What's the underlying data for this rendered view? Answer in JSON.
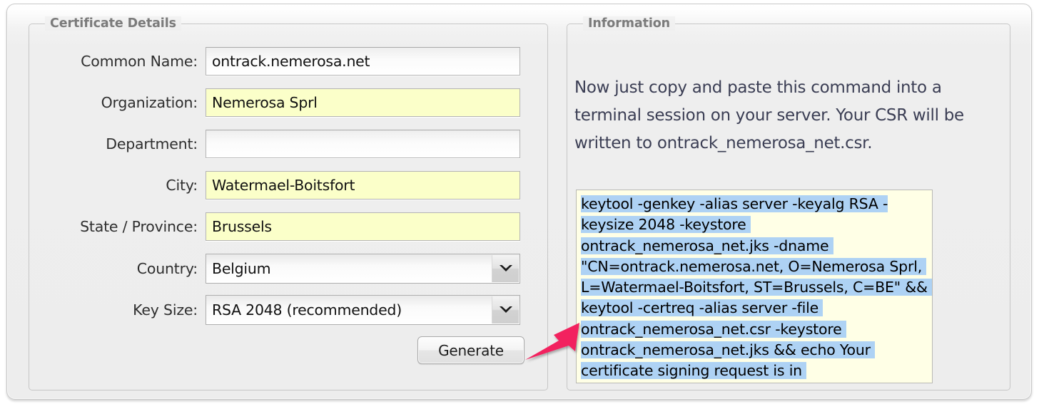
{
  "window": {
    "title": ""
  },
  "certificate_panel": {
    "legend": "Certificate Details",
    "fields": [
      {
        "label": "Common Name:",
        "value": "ontrack.nemerosa.net",
        "type": "text",
        "highlight": "none"
      },
      {
        "label": "Organization:",
        "value": "Nemerosa Sprl",
        "type": "text",
        "highlight": "yellow"
      },
      {
        "label": "Department:",
        "value": "",
        "type": "text",
        "highlight": "none"
      },
      {
        "label": "City:",
        "value": "Watermael-Boitsfort",
        "type": "text",
        "highlight": "yellow"
      },
      {
        "label": "State / Province:",
        "value": "Brussels",
        "type": "text",
        "highlight": "yellow"
      },
      {
        "label": "Country:",
        "value": "Belgium",
        "type": "select",
        "highlight": "none"
      },
      {
        "label": "Key Size:",
        "value": "RSA 2048 (recommended)",
        "type": "select",
        "highlight": "none"
      }
    ],
    "generate_button": "Generate"
  },
  "information_panel": {
    "legend": "Information",
    "paragraph": "Now just copy and paste this command into a terminal session on your server. Your CSR will be written to ontrack_nemerosa_net.csr.",
    "command_selected": "keytool -genkey -alias server -keyalg RSA -keysize 2048 -keystore ontrack_nemerosa_net.jks -dname \"CN=ontrack.nemerosa.net, O=Nemerosa Sprl, L=Watermael-Boitsfort, ST=Brussels, C=BE\" && keytool -certreq -alias server -file ontrack_nemerosa_net.csr -keystore ontrack_nemerosa_net.jks && echo Your certificate signing request is in ontrack_nemerosa_net.csr . Your keystore"
  },
  "annotation": {
    "arrow_color": "#F2245E",
    "arrow_label": "points-from-generate-button-to-command-box"
  },
  "colors": {
    "panel_background": "#EEEEEE",
    "field_highlight_yellow": "#FBFFC9",
    "text_selection_blue": "#AED2F4",
    "command_box_background": "#FFFFE6",
    "legend_text": "#7B7B7B",
    "info_text": "#3B3E54"
  },
  "icons": {
    "chevron_down": "chevron-down-icon"
  }
}
